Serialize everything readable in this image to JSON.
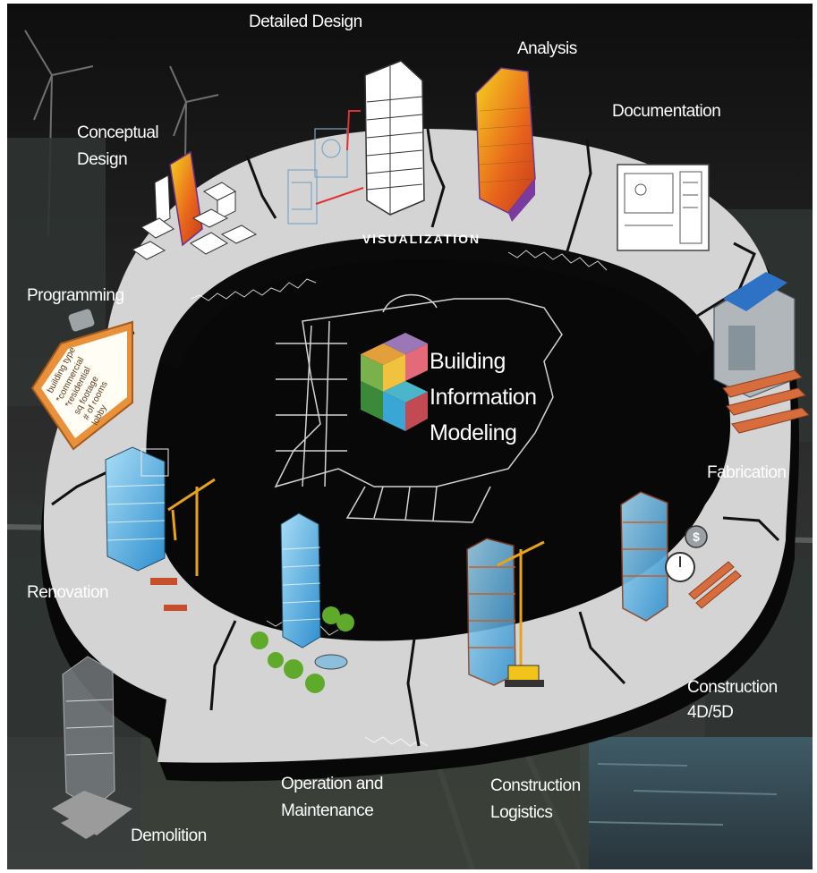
{
  "center": {
    "title_lines": [
      "Building",
      "Information",
      "Modeling"
    ]
  },
  "band_label": "VISUALIZATION",
  "stages": {
    "detailed_design": "Detailed Design",
    "analysis": "Analysis",
    "documentation": "Documentation",
    "conceptual_design": [
      "Conceptual",
      "Design"
    ],
    "programming": "Programming",
    "fabrication": "Fabrication",
    "renovation": "Renovation",
    "construction_4d5d": [
      "Construction",
      "4D/5D"
    ],
    "operation_maintenance": [
      "Operation and",
      "Maintenance"
    ],
    "construction_logistics": [
      "Construction",
      "Logistics"
    ],
    "demolition": "Demolition"
  },
  "clipboard_items": [
    "building type",
    "*commercial",
    "*residential",
    "sq footage",
    "# of rooms",
    "lobby"
  ],
  "colors": {
    "background": "#1c1c1c",
    "ring": "#d4d4d4",
    "ring_shadow": "#0a0a0a",
    "label": "#ffffff",
    "glass": "#5ab4e6",
    "crane": "#e8a21b",
    "orange": "#e2631c"
  }
}
